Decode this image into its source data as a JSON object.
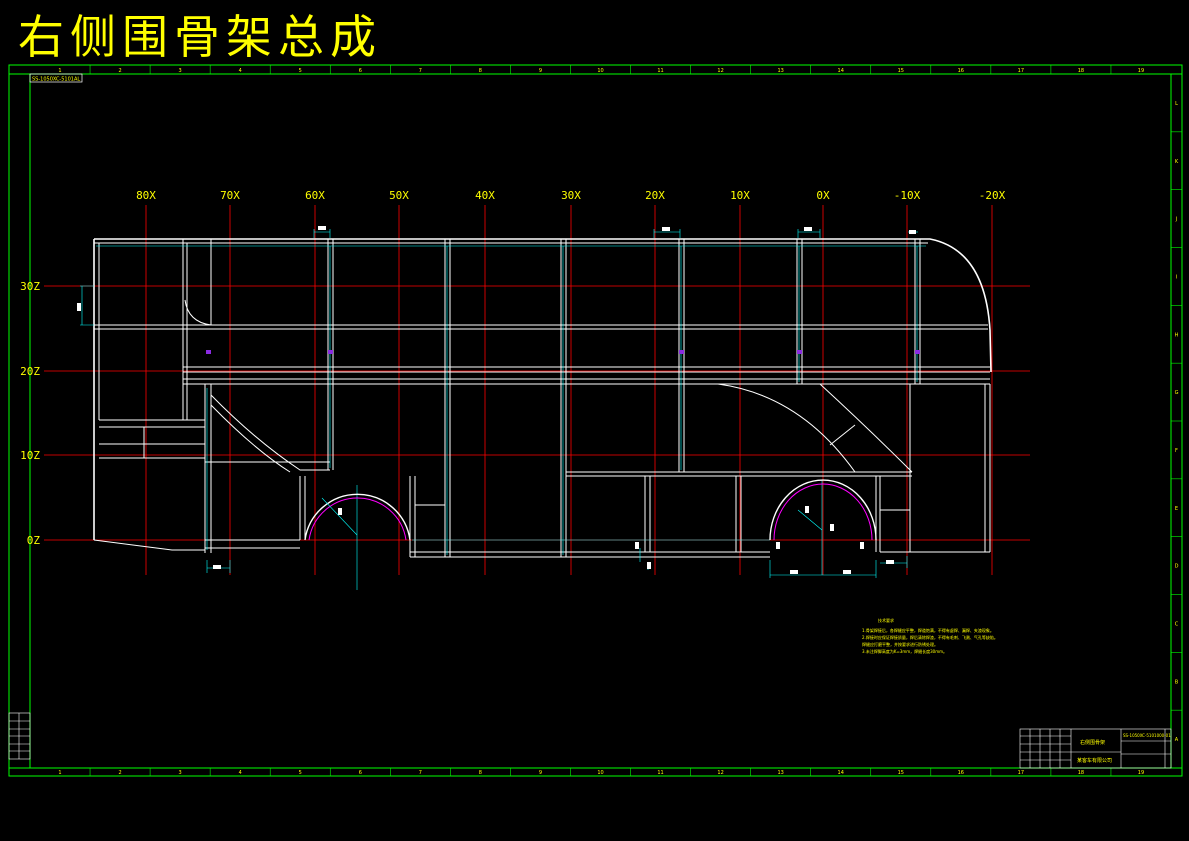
{
  "title": "右侧围骨架总成",
  "colors": {
    "background": "#000000",
    "frame": "#00ff00",
    "structure": "#ffffff",
    "inner": "#00ffff",
    "gridline": "#ff0000",
    "text": "#ffff00",
    "arch": "#ff00ff"
  },
  "x_grid_labels": [
    "80X",
    "70X",
    "60X",
    "50X",
    "40X",
    "30X",
    "20X",
    "10X",
    "0X",
    "-10X",
    "-20X"
  ],
  "z_grid_labels": [
    "30Z",
    "20Z",
    "10Z",
    "0Z"
  ],
  "zone_numbers": [
    "1",
    "2",
    "3",
    "4",
    "5",
    "6",
    "7",
    "8",
    "9",
    "10",
    "11",
    "12",
    "13",
    "14",
    "15",
    "16",
    "17",
    "18",
    "19"
  ],
  "zone_letters": [
    "L",
    "K",
    "J",
    "I",
    "H",
    "G",
    "F",
    "E",
    "D",
    "C",
    "B",
    "A"
  ],
  "drawing_code": "SS-1050XC-5101AL",
  "notes": {
    "heading": "技术要求",
    "lines": [
      "1.骨架焊接后，各焊缝应平整，焊道饱满，不得有虚焊、漏焊、夹渣现象。",
      "2.焊接时应保证焊接质量，焊后清除焊渣，不得有毛刺、飞溅、气孔等缺陷。",
      "  焊缝应打磨平整，并按要求进行防锈处理。",
      "3.未注焊脚高度为K=3mm，焊缝长度30mm。"
    ]
  },
  "title_block": {
    "part_name": "右侧围骨架",
    "part_code": "SS-1050XC-5101000-01",
    "company": "某客车有限公司"
  }
}
